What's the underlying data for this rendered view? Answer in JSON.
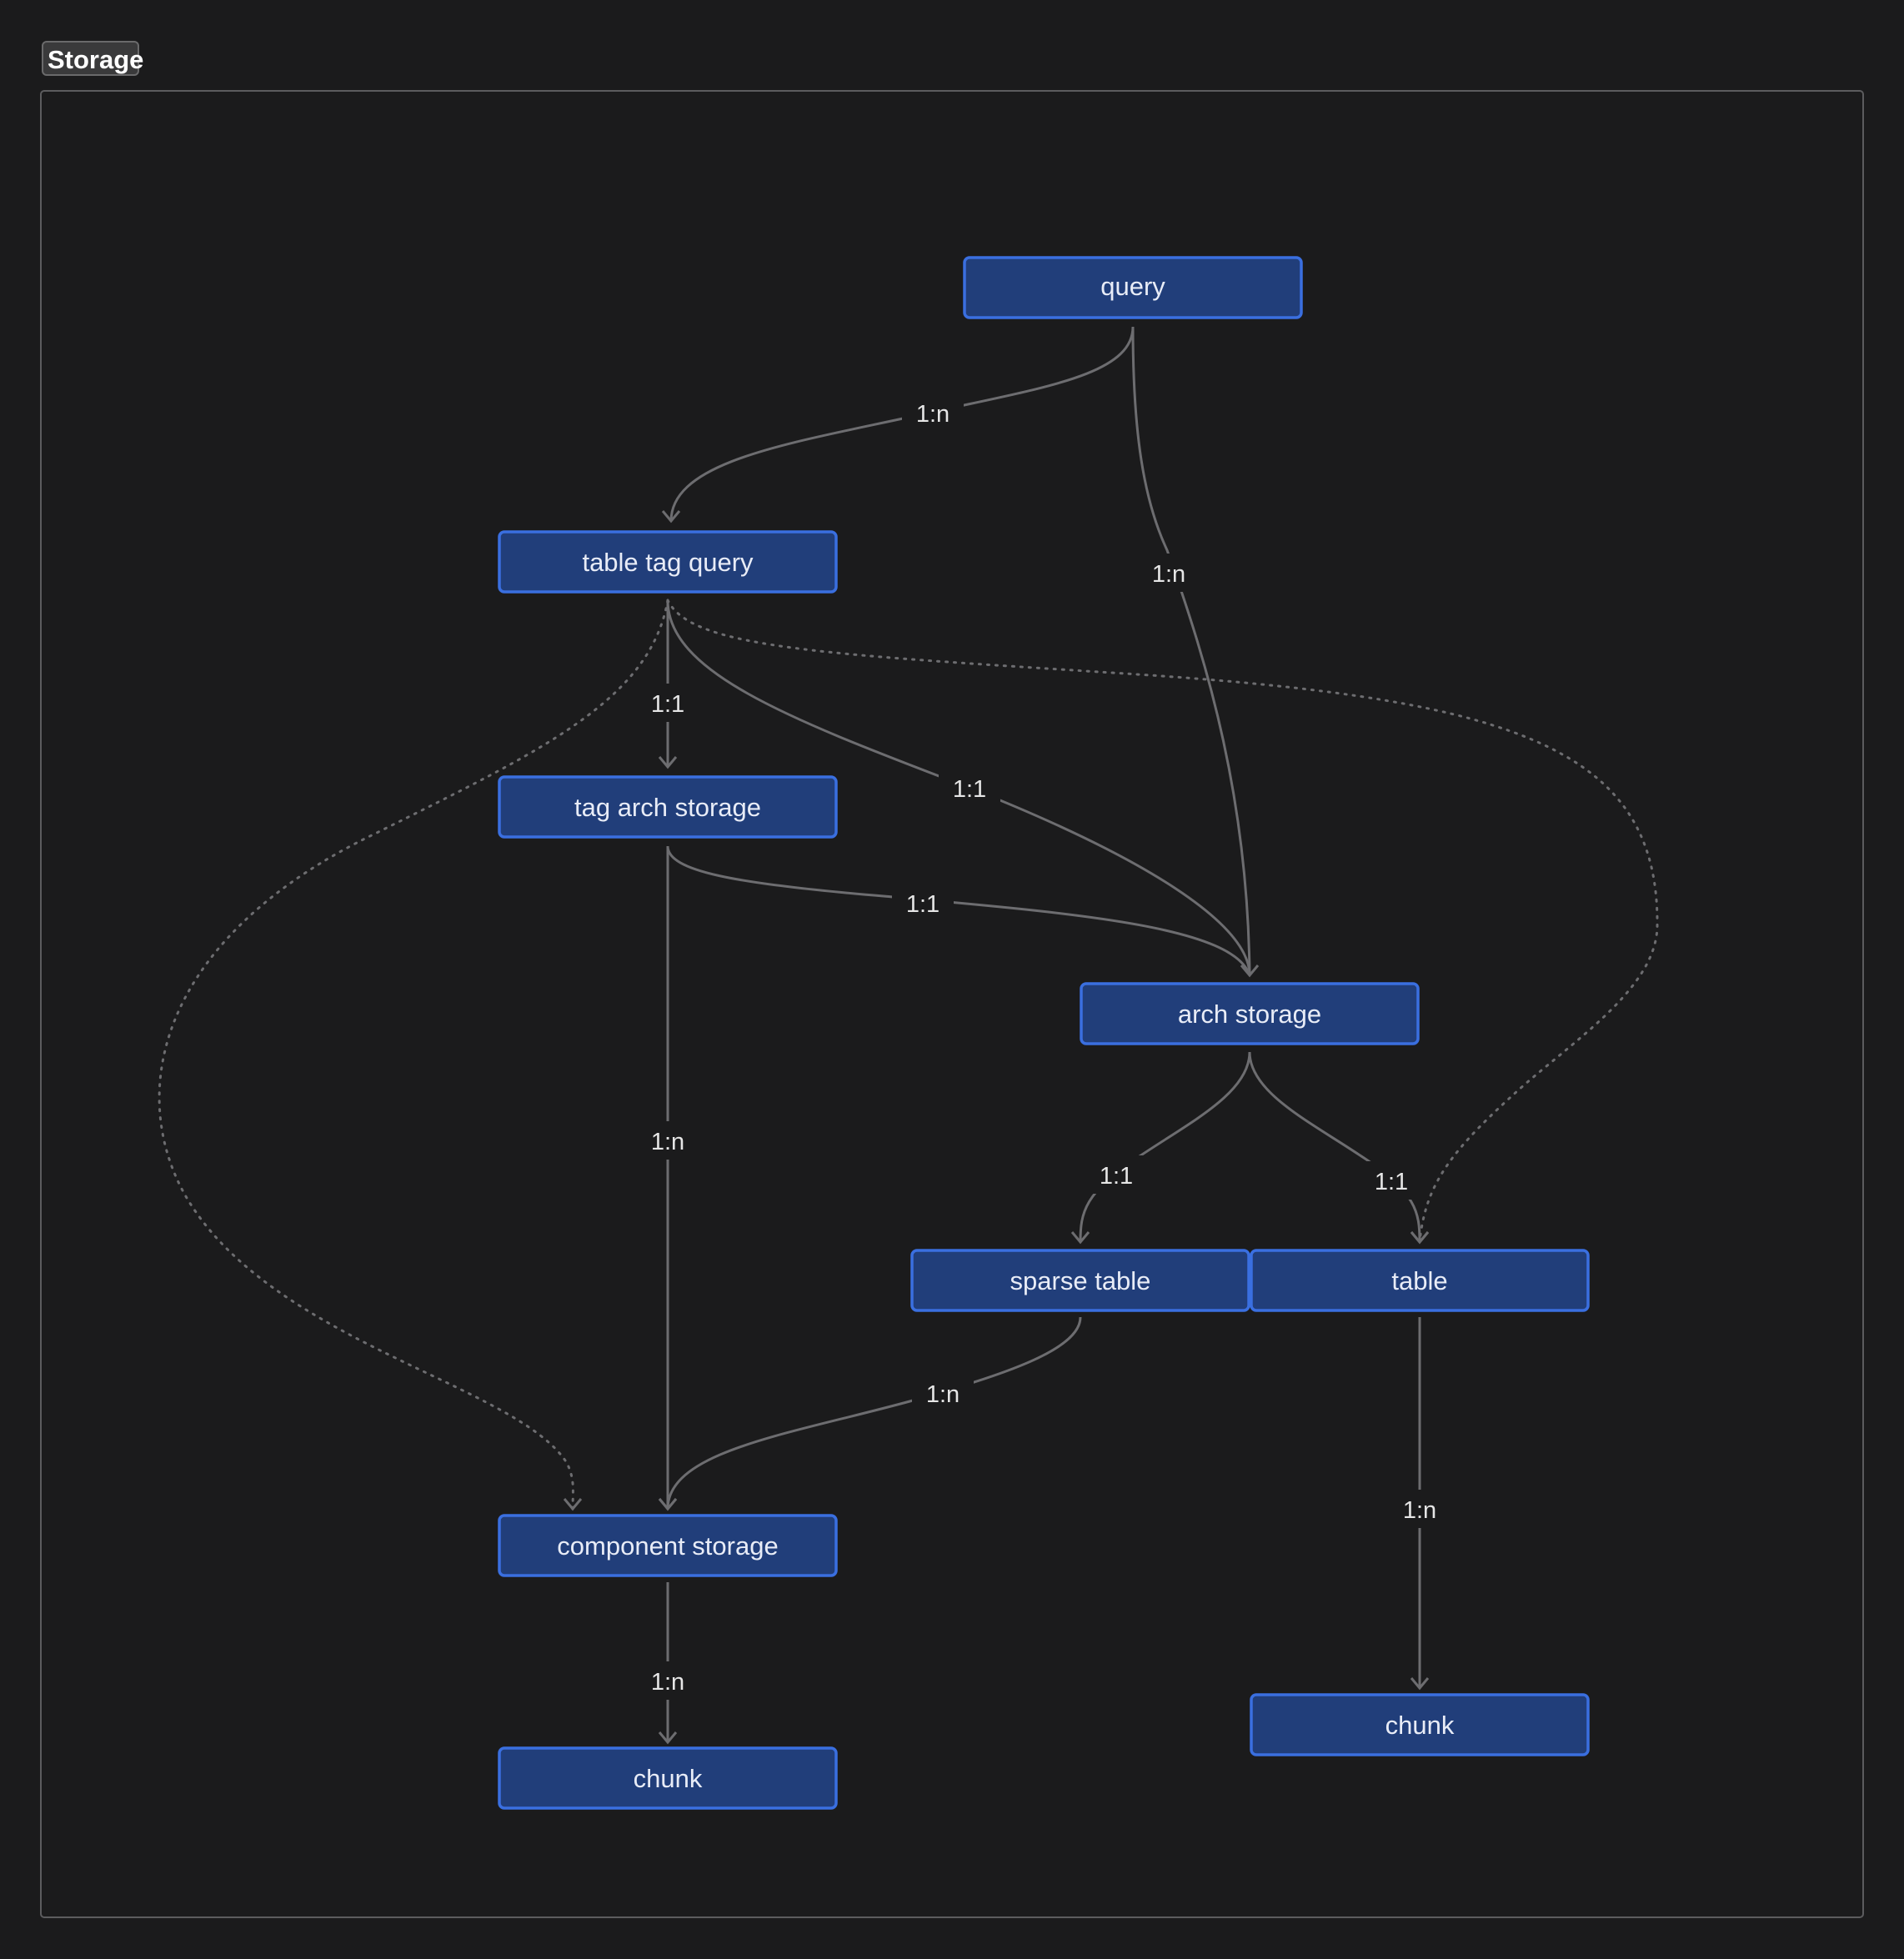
{
  "group": {
    "title": "Storage"
  },
  "nodes": {
    "query": "query",
    "table_tag_query": "table tag query",
    "tag_arch_storage": "tag arch storage",
    "arch_storage": "arch storage",
    "sparse_table": "sparse table",
    "table": "table",
    "component_storage": "component storage",
    "chunk_left": "chunk",
    "chunk_right": "chunk"
  },
  "edges": [
    {
      "from": "query",
      "to": "table tag query",
      "label": "1:n",
      "style": "solid"
    },
    {
      "from": "query",
      "to": "arch storage",
      "label": "1:n",
      "style": "solid"
    },
    {
      "from": "table tag query",
      "to": "tag arch storage",
      "label": "1:1",
      "style": "solid"
    },
    {
      "from": "table tag query",
      "to": "arch storage",
      "label": "1:1",
      "style": "solid"
    },
    {
      "from": "table tag query",
      "to": "component storage",
      "label": "",
      "style": "dotted"
    },
    {
      "from": "table tag query",
      "to": "table",
      "label": "",
      "style": "dotted"
    },
    {
      "from": "tag arch storage",
      "to": "arch storage",
      "label": "1:1",
      "style": "solid"
    },
    {
      "from": "tag arch storage",
      "to": "component storage",
      "label": "1:n",
      "style": "solid"
    },
    {
      "from": "arch storage",
      "to": "sparse table",
      "label": "1:1",
      "style": "solid"
    },
    {
      "from": "arch storage",
      "to": "table",
      "label": "1:1",
      "style": "solid"
    },
    {
      "from": "sparse table",
      "to": "component storage",
      "label": "1:n",
      "style": "solid"
    },
    {
      "from": "table",
      "to": "chunk",
      "label": "1:n",
      "style": "solid"
    },
    {
      "from": "component storage",
      "to": "chunk",
      "label": "1:n",
      "style": "solid"
    }
  ],
  "colors": {
    "background": "#1b1b1c",
    "node_fill": "#213e7a",
    "node_border": "#3a6fe0",
    "edge": "#6d6d70",
    "frame": "#5c5c5e"
  }
}
